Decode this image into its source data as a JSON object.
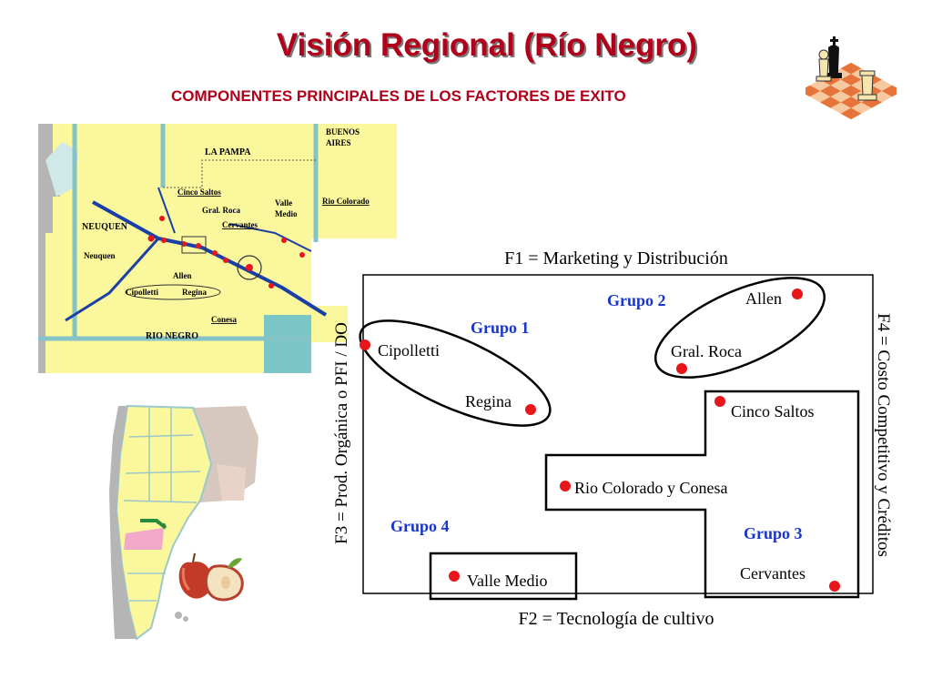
{
  "header": {
    "title": "Visión Regional (Río Negro)",
    "subtitle": "COMPONENTES PRINCIPALES DE  LOS FACTORES DE EXITO"
  },
  "colors": {
    "title": "#b0001a",
    "map_fill": "#fbf79d",
    "map_border": "#9cc8cc",
    "river": "#1a3fa6",
    "points": "#e8161a",
    "group_label": "#1a36c8"
  },
  "map": {
    "regions": {
      "la_pampa": "LA PAMPA",
      "buenos_aires_1": "BUENOS",
      "buenos_aires_2": "AIRES",
      "neuquen": "NEUQUEN",
      "rio_negro": "RIO NEGRO"
    },
    "places": {
      "cinco_saltos": "Cinco Saltos",
      "gral_roca": "Gral. Roca",
      "cervantes": "Cervantes",
      "valle_medio_1": "Valle",
      "valle_medio_2": "Medio",
      "rio_colorado": "Rio Colorado",
      "neuquen_city": "Neuquen",
      "allen": "Allen",
      "cipolletti": "Cipolletti",
      "regina": "Regina",
      "conesa": "Conesa"
    }
  },
  "diagram": {
    "top_axis": "F1 = Marketing y Distribución",
    "bottom_axis": "F2 = Tecnología de cultivo",
    "left_axis": "F3 = Prod. Orgánica o PFI / DO",
    "right_axis": "F4 = Costo Competitivo y Créditos",
    "groups": {
      "g1": "Grupo 1",
      "g2": "Grupo 2",
      "g3": "Grupo 3",
      "g4": "Grupo 4"
    },
    "points": {
      "cipolletti": "Cipolletti",
      "regina": "Regina",
      "allen": "Allen",
      "gral_roca": "Gral. Roca",
      "cinco_saltos": "Cinco Saltos",
      "rio_colorado_conesa": "Rio Colorado y Conesa",
      "cervantes": "Cervantes",
      "valle_medio": "Valle Medio"
    }
  }
}
